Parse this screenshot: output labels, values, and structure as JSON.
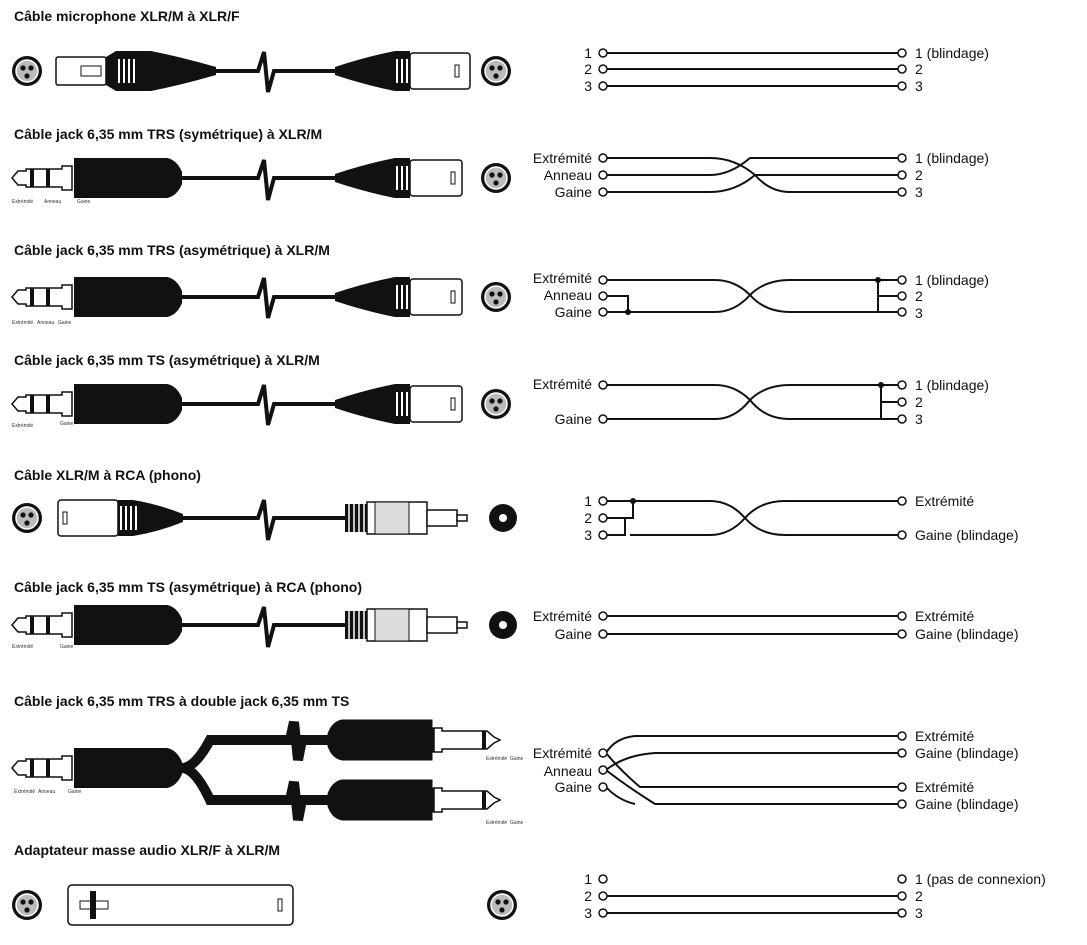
{
  "sections": [
    {
      "title": "Câble microphone XLR/M à XLR/F",
      "left_labels": [
        "1",
        "2",
        "3"
      ],
      "right_labels": [
        "1 (blindage)",
        "2",
        "3"
      ]
    },
    {
      "title": "Câble jack 6,35 mm TRS (symétrique) à XLR/M",
      "plug_labels": [
        "Extrémité",
        "Anneau",
        "Gaine"
      ],
      "left_labels": [
        "Extrémité",
        "Anneau",
        "Gaine"
      ],
      "right_labels": [
        "1 (blindage)",
        "2",
        "3"
      ]
    },
    {
      "title": "Câble jack 6,35 mm TRS (asymétrique) à XLR/M",
      "plug_labels": [
        "Extrémité",
        "Anneau",
        "Gaine"
      ],
      "left_labels": [
        "Extrémité",
        "Anneau",
        "Gaine"
      ],
      "right_labels": [
        "1 (blindage)",
        "2",
        "3"
      ]
    },
    {
      "title": "Câble jack 6,35 mm TS (asymétrique) à XLR/M",
      "plug_labels": [
        "Extrémité",
        "Gaine"
      ],
      "left_labels": [
        "Extrémité",
        "Gaine"
      ],
      "right_labels": [
        "1 (blindage)",
        "2",
        "3"
      ]
    },
    {
      "title": "Câble XLR/M à RCA (phono)",
      "left_labels": [
        "1",
        "2",
        "3"
      ],
      "right_labels": [
        "Extrémité",
        "Gaine (blindage)"
      ]
    },
    {
      "title": "Câble jack 6,35 mm TS (asymétrique) à RCA (phono)",
      "plug_labels": [
        "Extrémité",
        "Gaine"
      ],
      "left_labels": [
        "Extrémité",
        "Gaine"
      ],
      "right_labels": [
        "Extrémité",
        "Gaine (blindage)"
      ]
    },
    {
      "title": "Câble jack 6,35 mm TRS à double jack 6,35 mm TS",
      "plug_labels": [
        "Extrémité",
        "Anneau",
        "Gaine"
      ],
      "split_plug_labels": [
        "Extrémité",
        "Gaine"
      ],
      "left_labels": [
        "Extrémité",
        "Anneau",
        "Gaine"
      ],
      "right_labels": [
        "Extrémité",
        "Gaine (blindage)",
        "Extrémité",
        "Gaine (blindage)"
      ]
    },
    {
      "title": "Adaptateur masse audio XLR/F à XLR/M",
      "left_labels": [
        "1",
        "2",
        "3"
      ],
      "right_labels": [
        "1 (pas de connexion)",
        "2",
        "3"
      ]
    }
  ]
}
